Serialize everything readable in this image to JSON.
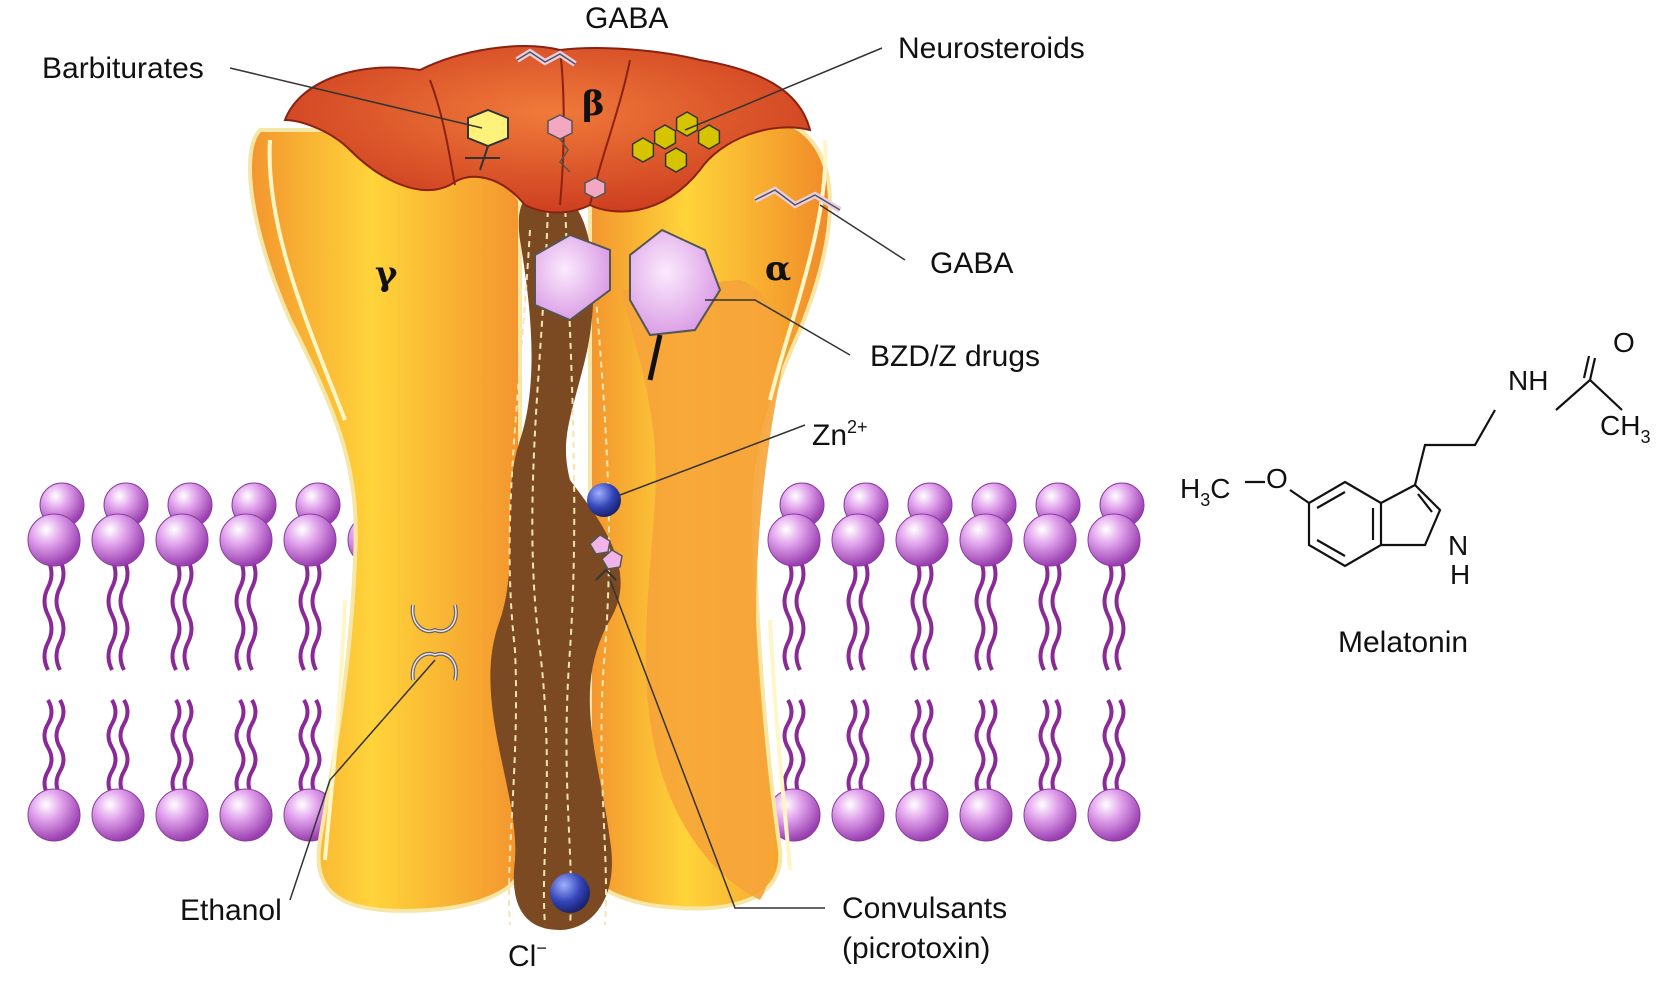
{
  "labels": {
    "gaba_top": "GABA",
    "barbiturates": "Barbiturates",
    "neurosteroids": "Neurosteroids",
    "gaba_right": "GABA",
    "bzd": "BZD/Z drugs",
    "zn": "Zn",
    "zn_sup": "2+",
    "ethanol": "Ethanol",
    "convulsants_1": "Convulsants",
    "convulsants_2": "(picrotoxin)",
    "cl": "Cl",
    "cl_sup": "−",
    "beta": "β",
    "gamma": "γ",
    "alpha": "α"
  },
  "melatonin": {
    "name": "Melatonin",
    "o_label": "O",
    "nh_label": "NH",
    "ch3_label": "CH",
    "ch3_sub": "3",
    "h3c_label": "H",
    "h3c_sub": "3",
    "h3c_c": "C",
    "ether_o": "O",
    "n_label": "N",
    "nh_h": "H"
  },
  "colors": {
    "protein_outer": "#f3a23a",
    "protein_inner": "#ffd23a",
    "cap": "#e2552c",
    "channel": "#7b4a22",
    "lipid_head": "#c67bd8",
    "lipid_tail": "#8a2a96",
    "ion": "#2f3fa8",
    "bzd_fill": "#e8b6ef",
    "steroid": "#d7c400"
  }
}
